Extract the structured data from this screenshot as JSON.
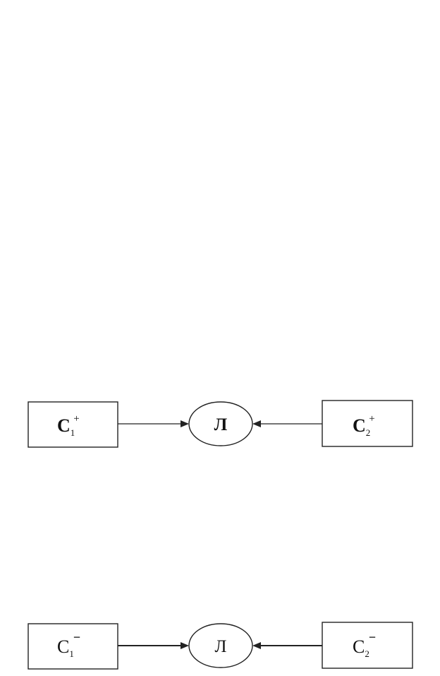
{
  "diagram": {
    "top": {
      "left_node": {
        "base": "C",
        "sub": "1",
        "sup": "+"
      },
      "center_node": {
        "label": "Л"
      },
      "right_node": {
        "base": "C",
        "sub": "2",
        "sup": "+"
      }
    },
    "bottom": {
      "left_node": {
        "base": "C",
        "sub": "1",
        "sup": "−"
      },
      "center_node": {
        "label": "Л"
      },
      "right_node": {
        "base": "C",
        "sub": "2",
        "sup": "−"
      }
    }
  }
}
